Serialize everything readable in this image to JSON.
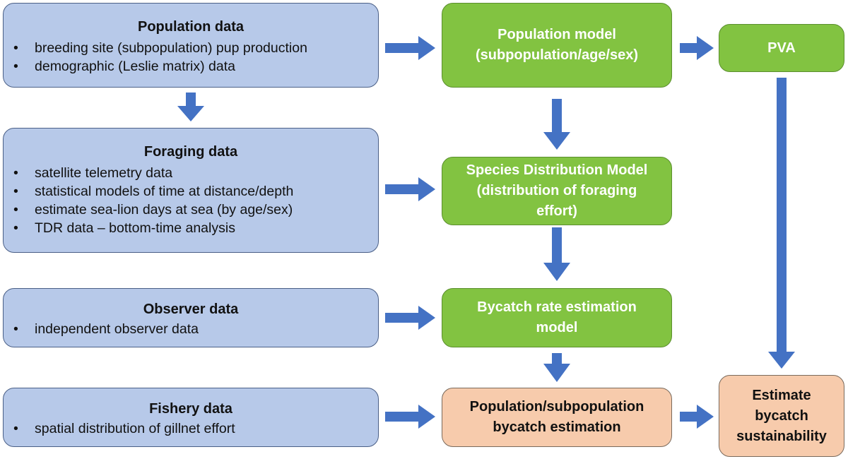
{
  "population_data": {
    "title": "Population data",
    "items": [
      "breeding site (subpopulation) pup production",
      "demographic (Leslie matrix) data"
    ]
  },
  "foraging_data": {
    "title": "Foraging data",
    "items": [
      "satellite telemetry data",
      "statistical models of time at distance/depth",
      "estimate sea-lion days at sea (by age/sex)",
      "TDR data – bottom-time analysis"
    ]
  },
  "observer_data": {
    "title": "Observer data",
    "items": [
      "independent observer data"
    ]
  },
  "fishery_data": {
    "title": "Fishery data",
    "items": [
      "spatial distribution of gillnet effort"
    ]
  },
  "population_model": {
    "line1": "Population model",
    "line2": "(subpopulation/age/sex)"
  },
  "pva": {
    "label": "PVA"
  },
  "species_distribution_model": {
    "line1": "Species Distribution Model",
    "line2": "(distribution of foraging",
    "line3": "effort)"
  },
  "bycatch_rate_model": {
    "line1": "Bycatch rate estimation",
    "line2": "model"
  },
  "bycatch_estimation": {
    "line1": "Population/subpopulation",
    "line2": "bycatch estimation"
  },
  "sustainability": {
    "line1": "Estimate",
    "line2": "bycatch",
    "line3": "sustainability"
  },
  "colors": {
    "data_box": "#b7c9e9",
    "model_box": "#82c341",
    "output_box": "#f7cbac",
    "arrow": "#4472c4"
  }
}
